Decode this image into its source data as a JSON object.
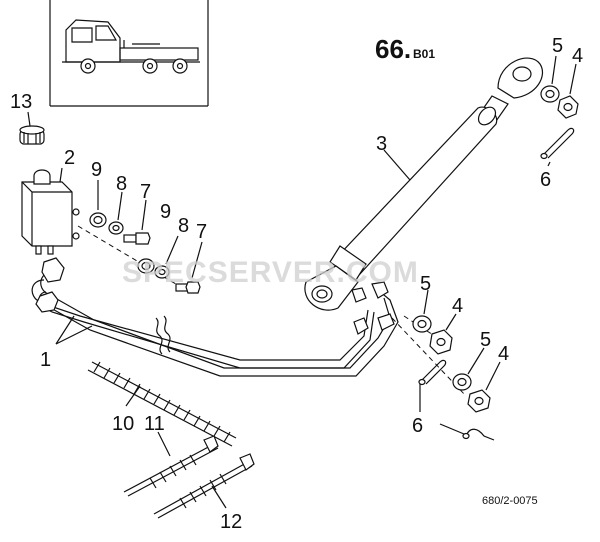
{
  "sheet": {
    "code": "66.",
    "suffix": "B01"
  },
  "watermark": "SPECSERVER.COM",
  "drawing_ref": "680/2-0075",
  "parts": [
    {
      "id": "13",
      "label": "13"
    },
    {
      "id": "2",
      "label": "2"
    },
    {
      "id": "9a",
      "label": "9"
    },
    {
      "id": "8a",
      "label": "8"
    },
    {
      "id": "7a",
      "label": "7"
    },
    {
      "id": "9b",
      "label": "9"
    },
    {
      "id": "8b",
      "label": "8"
    },
    {
      "id": "7b",
      "label": "7"
    },
    {
      "id": "3",
      "label": "3"
    },
    {
      "id": "5a",
      "label": "5"
    },
    {
      "id": "4a",
      "label": "4"
    },
    {
      "id": "6a",
      "label": "6"
    },
    {
      "id": "5b",
      "label": "5"
    },
    {
      "id": "4b",
      "label": "4"
    },
    {
      "id": "5c",
      "label": "5"
    },
    {
      "id": "4c",
      "label": "4"
    },
    {
      "id": "6b",
      "label": "6"
    },
    {
      "id": "1",
      "label": "1"
    },
    {
      "id": "10",
      "label": "10"
    },
    {
      "id": "11",
      "label": "11"
    },
    {
      "id": "12",
      "label": "12"
    }
  ]
}
